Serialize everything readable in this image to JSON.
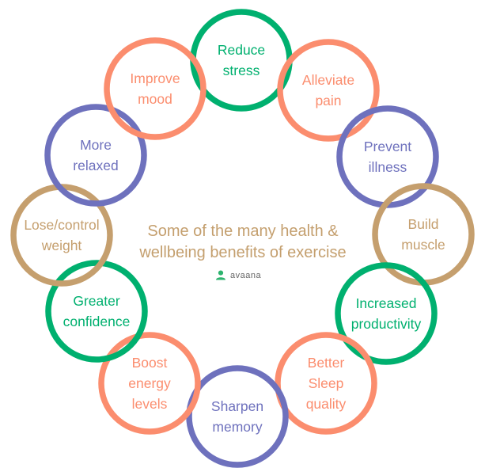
{
  "title": {
    "line1": "Some of the many health &",
    "line2": "wellbeing benefits of exercise"
  },
  "brand": {
    "name": "avaana",
    "icon": "avaana-logo-icon",
    "color": "#2db36e"
  },
  "colors": {
    "green": "#00b06f",
    "salmon": "#fb8d6e",
    "purple": "#6e71bd",
    "tan": "#c59f6e",
    "title": "#c49f6e"
  },
  "benefits": [
    {
      "id": "reduce-stress",
      "lines": [
        "Reduce",
        "stress"
      ],
      "color": "green"
    },
    {
      "id": "alleviate-pain",
      "lines": [
        "Alleviate",
        "pain"
      ],
      "color": "salmon"
    },
    {
      "id": "prevent-illness",
      "lines": [
        "Prevent",
        "illness"
      ],
      "color": "purple"
    },
    {
      "id": "build-muscle",
      "lines": [
        "Build",
        "muscle"
      ],
      "color": "tan"
    },
    {
      "id": "increased-productivity",
      "lines": [
        "Increased",
        "productivity"
      ],
      "color": "green"
    },
    {
      "id": "better-sleep-quality",
      "lines": [
        "Better",
        "Sleep",
        "quality"
      ],
      "color": "salmon"
    },
    {
      "id": "sharpen-memory",
      "lines": [
        "Sharpen",
        "memory"
      ],
      "color": "purple"
    },
    {
      "id": "boost-energy-levels",
      "lines": [
        "Boost",
        "energy",
        "levels"
      ],
      "color": "salmon"
    },
    {
      "id": "greater-confidence",
      "lines": [
        "Greater",
        "confidence"
      ],
      "color": "green"
    },
    {
      "id": "lose-control-weight",
      "lines": [
        "Lose/control",
        "weight"
      ],
      "color": "tan"
    },
    {
      "id": "more-relaxed",
      "lines": [
        "More",
        "relaxed"
      ],
      "color": "purple"
    },
    {
      "id": "improve-mood",
      "lines": [
        "Improve",
        "mood"
      ],
      "color": "salmon"
    }
  ]
}
